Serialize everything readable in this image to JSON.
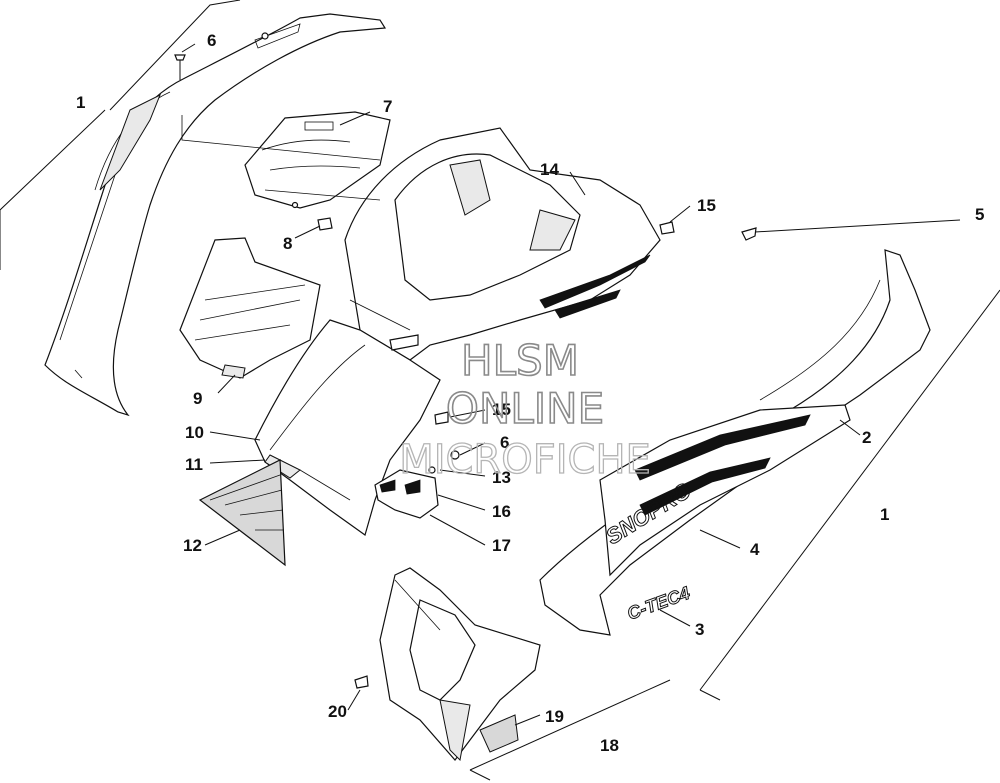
{
  "callouts": {
    "c1a": "1",
    "c1b": "1",
    "c2": "2",
    "c3": "3",
    "c4": "4",
    "c5": "5",
    "c6a": "6",
    "c6b": "6",
    "c7": "7",
    "c8": "8",
    "c9": "9",
    "c10": "10",
    "c11": "11",
    "c12": "12",
    "c13": "13",
    "c14": "14",
    "c15a": "15",
    "c15b": "15",
    "c16": "16",
    "c17": "17",
    "c18": "18",
    "c19": "19",
    "c20": "20"
  },
  "watermark": {
    "line1": "HLSM",
    "line2": "ONLINE",
    "line3": "MICROFICHE"
  },
  "decals": {
    "brand": "SNOPRO",
    "engine": "C-TEC4"
  }
}
